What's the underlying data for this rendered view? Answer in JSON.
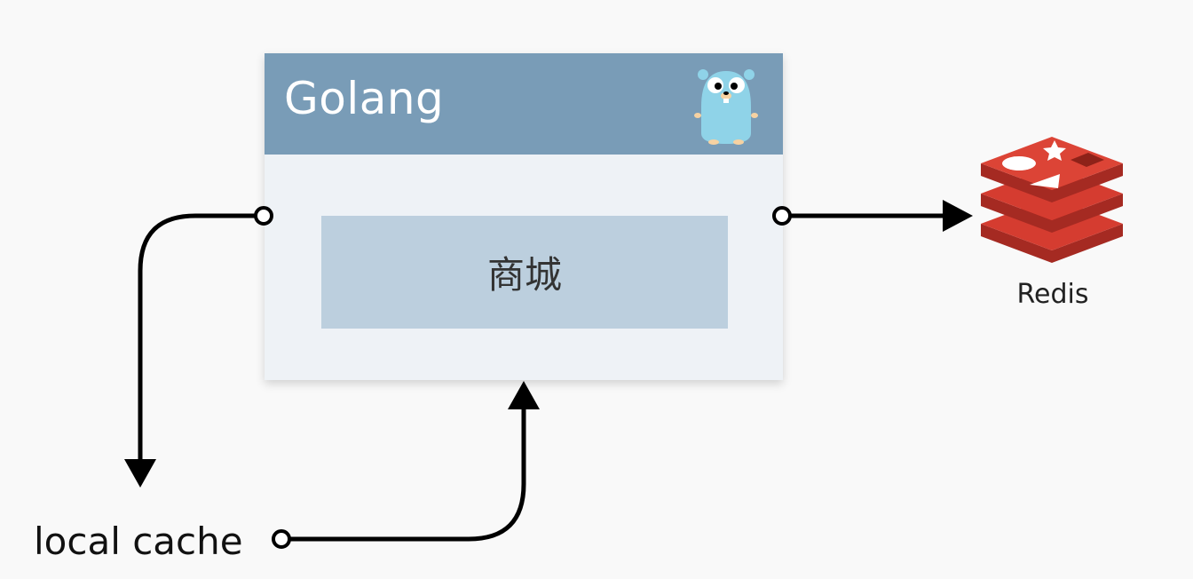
{
  "service": {
    "title": "Golang",
    "module_label": "商城",
    "logo_icon": "gopher-icon"
  },
  "redis": {
    "label": "Redis",
    "icon": "redis-logo-icon"
  },
  "local_cache": {
    "label": "local cache"
  },
  "colors": {
    "background": "#f9f9f9",
    "header": "#799cb7",
    "box_body": "#eef2f6",
    "module": "#bccfde",
    "redis_red": "#d33a2f",
    "line": "#000000"
  }
}
